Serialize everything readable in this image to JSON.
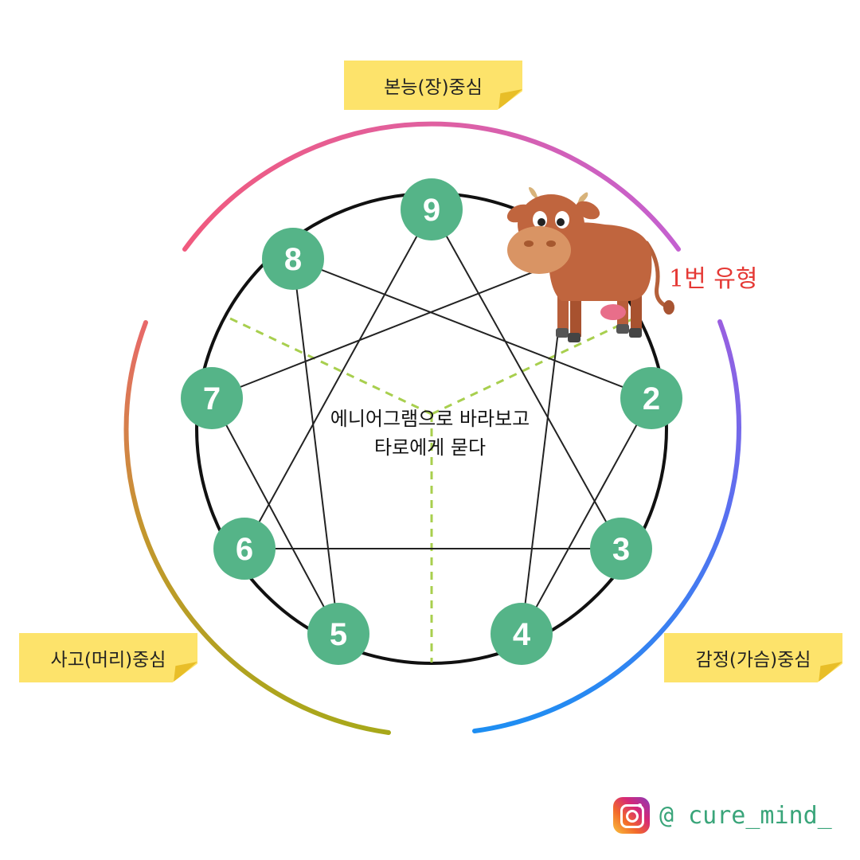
{
  "centers": {
    "instinct": "본능(장)중심",
    "feeling": "감정(가슴)중심",
    "thinking": "사고(머리)중심"
  },
  "center_text": {
    "line1": "에니어그램으로 바라보고",
    "line2": "타로에게 묻다"
  },
  "type_label": "1번 유형",
  "nodes": [
    "9",
    "8",
    "7",
    "6",
    "5",
    "4",
    "3",
    "2"
  ],
  "instagram_handle": "@ cure_mind_",
  "colors": {
    "node_fill": "#55b488",
    "node_text": "#ffffff",
    "note_fill": "#fde36b",
    "type_label": "#e53935",
    "handle": "#3aa57a",
    "dashed": "#a8cf4e"
  }
}
